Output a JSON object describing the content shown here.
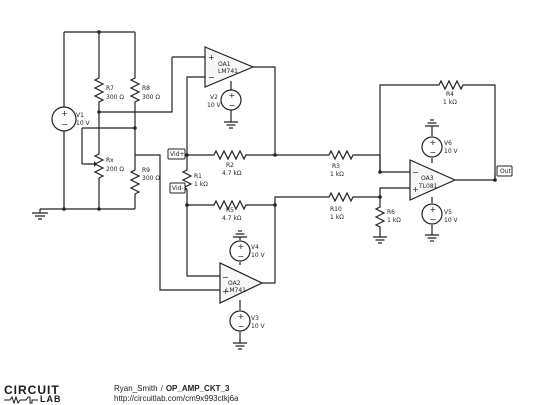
{
  "components": {
    "V1": {
      "name": "V1",
      "value": "10 V"
    },
    "V2": {
      "name": "V2",
      "value": "10 V"
    },
    "V3": {
      "name": "V3",
      "value": "10 V"
    },
    "V4": {
      "name": "V4",
      "value": "10 V"
    },
    "V5": {
      "name": "V5",
      "value": "10 V"
    },
    "V6": {
      "name": "V6",
      "value": "10 V"
    },
    "R1": {
      "name": "R1",
      "value": "1 kΩ"
    },
    "R2": {
      "name": "R2",
      "value": "4.7 kΩ"
    },
    "R3": {
      "name": "R3",
      "value": "1 kΩ"
    },
    "R4": {
      "name": "R4",
      "value": "1 kΩ"
    },
    "R5": {
      "name": "R5",
      "value": "4.7 kΩ"
    },
    "R6": {
      "name": "R6",
      "value": "1 kΩ"
    },
    "R7": {
      "name": "R7",
      "value": "300 Ω"
    },
    "R8": {
      "name": "R8",
      "value": "300 Ω"
    },
    "R9": {
      "name": "R9",
      "value": "300 Ω"
    },
    "R10": {
      "name": "R10",
      "value": "1 kΩ"
    },
    "Rx": {
      "name": "Rx",
      "value": "200 Ω"
    },
    "OA1": {
      "name": "OA1",
      "model": "LM741"
    },
    "OA2": {
      "name": "OA2",
      "model": "LM741"
    },
    "OA3": {
      "name": "OA3",
      "model": "TL081"
    }
  },
  "net_labels": {
    "vid_plus": "Vid+",
    "vid_minus": "Vid-",
    "out": "Out"
  },
  "pins": {
    "plus": "+",
    "minus": "−"
  },
  "footer": {
    "logo_line1": "CIRCUIT",
    "logo_line2": "LAB",
    "author": "Ryan_Smith",
    "separator": "/",
    "project": "OP_AMP_CKT_3",
    "url": "http://circuitlab.com/cm9x993ctkj6a"
  }
}
